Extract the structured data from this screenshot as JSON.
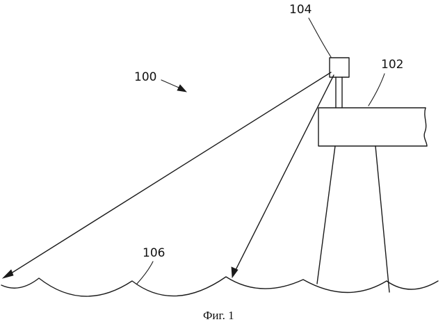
{
  "figure": {
    "labels": {
      "system": "100",
      "platform": "102",
      "sensor": "104",
      "sea_surface": "106"
    },
    "caption": "Фиг. 1"
  }
}
